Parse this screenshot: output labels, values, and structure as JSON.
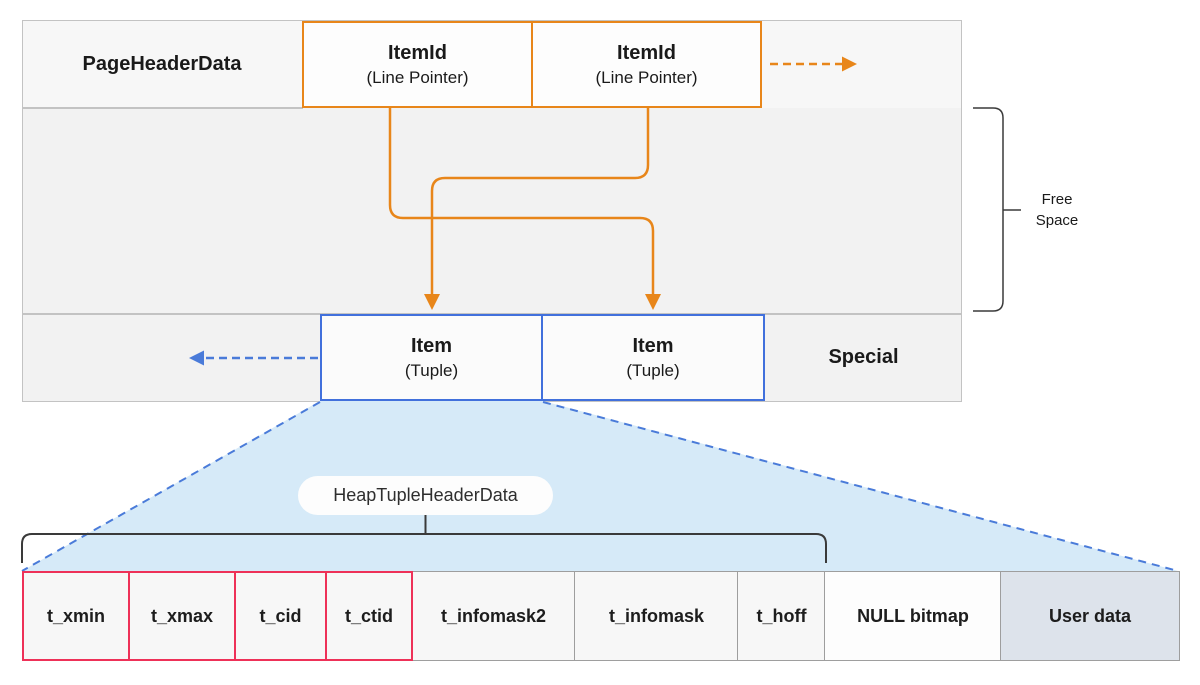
{
  "page": {
    "header_label": "PageHeaderData",
    "special_label": "Special",
    "item_ids": [
      {
        "title": "ItemId",
        "subtitle": "(Line Pointer)"
      },
      {
        "title": "ItemId",
        "subtitle": "(Line Pointer)"
      }
    ],
    "items": [
      {
        "title": "Item",
        "subtitle": "(Tuple)"
      },
      {
        "title": "Item",
        "subtitle": "(Tuple)"
      }
    ]
  },
  "free_space": {
    "line1": "Free",
    "line2": "Space"
  },
  "tuple_detail": {
    "pill_label": "HeapTupleHeaderData",
    "fields": [
      {
        "label": "t_xmin",
        "group": "heap-header-red"
      },
      {
        "label": "t_xmax",
        "group": "heap-header-red"
      },
      {
        "label": "t_cid",
        "group": "heap-header-red"
      },
      {
        "label": "t_ctid",
        "group": "heap-header-red"
      },
      {
        "label": "t_infomask2",
        "group": "heap-header-gray"
      },
      {
        "label": "t_infomask",
        "group": "heap-header-gray"
      },
      {
        "label": "t_hoff",
        "group": "heap-header-gray"
      },
      {
        "label": "NULL bitmap",
        "group": "bitmap"
      },
      {
        "label": "User data",
        "group": "user-data"
      }
    ]
  },
  "colors": {
    "orange": "#E8861A",
    "blue": "#4170DC",
    "dashed_blue": "#4A7BD9",
    "red": "#EE3158",
    "expansion_blue": "#D6EAF8",
    "user_data_bg": "#DDE3EB",
    "page_fill": "#F2F2F2",
    "page_border": "#C3C3C3",
    "field_border_gray": "#9E9E9E",
    "bracket_dark": "#3A3A3A"
  }
}
